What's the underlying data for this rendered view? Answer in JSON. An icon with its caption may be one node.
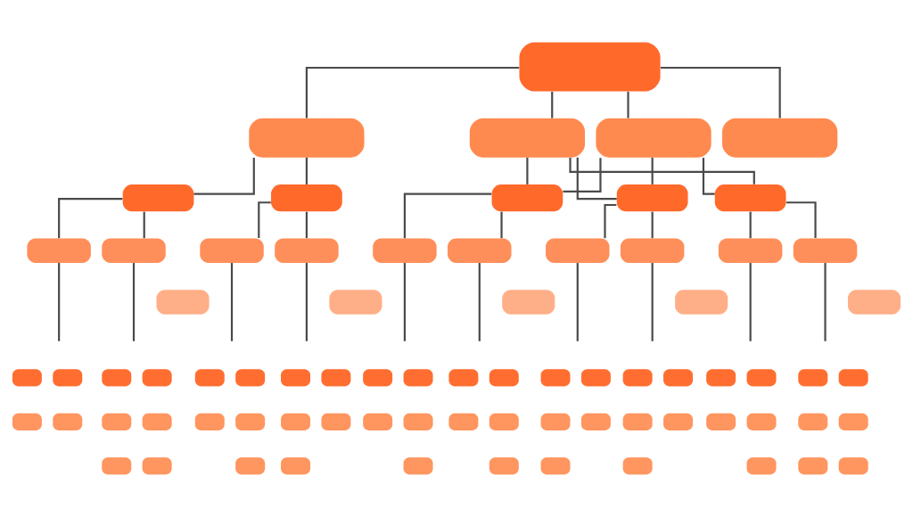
{
  "diagram": {
    "nodes": [
      {
        "text": [],
        "shape": "box"
      },
      {
        "text": [],
        "shape": "box"
      },
      {
        "text": [],
        "shape": "box"
      },
      {
        "text": [],
        "shape": "box"
      },
      {
        "text": [],
        "shape": "box"
      },
      {
        "text": [],
        "shape": "box"
      },
      {
        "text": [],
        "shape": "box"
      },
      {
        "text": [],
        "shape": "box"
      },
      {
        "text": [],
        "shape": "box"
      },
      {
        "text": [],
        "shape": "box"
      },
      {
        "text": [],
        "shape": "box"
      },
      {
        "text": [],
        "shape": "box"
      },
      {
        "text": [],
        "shape": "box"
      },
      {
        "text": [],
        "shape": "box"
      },
      {
        "text": [],
        "shape": "box"
      },
      {
        "text": [],
        "shape": "box"
      },
      {
        "text": [],
        "shape": "box"
      },
      {
        "text": [],
        "shape": "box"
      },
      {
        "text": [],
        "shape": "box"
      },
      {
        "text": [],
        "shape": "box"
      },
      {
        "text": [],
        "shape": "box"
      },
      {
        "text": [],
        "shape": "box"
      },
      {
        "text": [],
        "shape": "box"
      },
      {
        "text": [],
        "shape": "box"
      },
      {
        "text": [],
        "shape": "box"
      },
      {
        "text": [],
        "shape": "box"
      },
      {
        "text": [],
        "shape": "box"
      },
      {
        "text": [],
        "shape": "box"
      },
      {
        "text": [],
        "shape": "box"
      },
      {
        "text": [],
        "shape": "box"
      },
      {
        "text": [],
        "shape": "box"
      },
      {
        "text": [],
        "shape": "box"
      },
      {
        "text": [],
        "shape": "box"
      },
      {
        "text": [],
        "shape": "box"
      },
      {
        "text": [],
        "shape": "box"
      },
      {
        "text": [],
        "shape": "box"
      },
      {
        "text": [],
        "shape": "box"
      },
      {
        "text": [],
        "shape": "box"
      },
      {
        "text": [],
        "shape": "box"
      },
      {
        "text": [],
        "shape": "box"
      },
      {
        "text": [],
        "shape": "box"
      },
      {
        "text": [],
        "shape": "box"
      },
      {
        "text": [],
        "shape": "box"
      },
      {
        "text": [],
        "shape": "box"
      },
      {
        "text": [],
        "shape": "box"
      },
      {
        "text": [],
        "shape": "box"
      },
      {
        "text": [],
        "shape": "box"
      },
      {
        "text": [],
        "shape": "box"
      },
      {
        "text": [],
        "shape": "box"
      },
      {
        "text": [],
        "shape": "box"
      },
      {
        "text": [],
        "shape": "box"
      },
      {
        "text": [],
        "shape": "box"
      },
      {
        "text": [],
        "shape": "box"
      },
      {
        "text": [],
        "shape": "box"
      },
      {
        "text": [],
        "shape": "box"
      },
      {
        "text": [],
        "shape": "box"
      },
      {
        "text": [],
        "shape": "box"
      },
      {
        "text": [],
        "shape": "box"
      },
      {
        "text": [],
        "shape": "box"
      },
      {
        "text": [],
        "shape": "box"
      },
      {
        "text": [],
        "shape": "box"
      },
      {
        "text": [],
        "shape": "box"
      },
      {
        "text": [],
        "shape": "box"
      },
      {
        "text": [],
        "shape": "box"
      },
      {
        "text": [],
        "shape": "box"
      },
      {
        "text": [],
        "shape": "box"
      },
      {
        "text": [],
        "shape": "box"
      },
      {
        "text": [],
        "shape": "box"
      },
      {
        "text": [],
        "shape": "box"
      },
      {
        "text": [],
        "shape": "box"
      },
      {
        "text": [],
        "shape": "box"
      },
      {
        "text": [],
        "shape": "box"
      },
      {
        "text": [],
        "shape": "box"
      },
      {
        "text": [],
        "shape": "box"
      },
      {
        "text": [],
        "shape": "box"
      },
      {
        "text": [],
        "shape": "box"
      }
    ],
    "edges": [
      {
        "from": 0,
        "to": 1,
        "arrow": "none"
      },
      {
        "from": 0,
        "to": 2,
        "arrow": "none"
      },
      {
        "from": 0,
        "to": 3,
        "arrow": "none"
      },
      {
        "from": 0,
        "to": 4,
        "arrow": "none"
      },
      {
        "from": 1,
        "to": 5,
        "arrow": "none"
      },
      {
        "from": 1,
        "to": 6,
        "arrow": "none"
      },
      {
        "from": 2,
        "to": 7,
        "arrow": "none"
      },
      {
        "from": 2,
        "to": 8,
        "arrow": "none"
      },
      {
        "from": 2,
        "to": 9,
        "arrow": "none"
      },
      {
        "from": 3,
        "to": 7,
        "arrow": "none"
      },
      {
        "from": 3,
        "to": 8,
        "arrow": "none"
      },
      {
        "from": 3,
        "to": 9,
        "arrow": "none"
      },
      {
        "from": 5,
        "to": 10,
        "arrow": "none"
      },
      {
        "from": 5,
        "to": 11,
        "arrow": "none"
      },
      {
        "from": 6,
        "to": 12,
        "arrow": "none"
      },
      {
        "from": 6,
        "to": 13,
        "arrow": "none"
      },
      {
        "from": 7,
        "to": 14,
        "arrow": "none"
      },
      {
        "from": 7,
        "to": 15,
        "arrow": "none"
      },
      {
        "from": 8,
        "to": 16,
        "arrow": "none"
      },
      {
        "from": 8,
        "to": 17,
        "arrow": "none"
      },
      {
        "from": 9,
        "to": 18,
        "arrow": "none"
      },
      {
        "from": 9,
        "to": 19,
        "arrow": "none"
      },
      {
        "from": 10,
        "to": null,
        "arrow": "none"
      },
      {
        "from": 11,
        "to": null,
        "arrow": "none"
      },
      {
        "from": 12,
        "to": null,
        "arrow": "none"
      },
      {
        "from": 13,
        "to": null,
        "arrow": "none"
      },
      {
        "from": 14,
        "to": null,
        "arrow": "none"
      },
      {
        "from": 15,
        "to": null,
        "arrow": "none"
      },
      {
        "from": 16,
        "to": null,
        "arrow": "none"
      },
      {
        "from": 17,
        "to": null,
        "arrow": "none"
      },
      {
        "from": 18,
        "to": null,
        "arrow": "none"
      },
      {
        "from": 19,
        "to": null,
        "arrow": "none"
      }
    ]
  }
}
